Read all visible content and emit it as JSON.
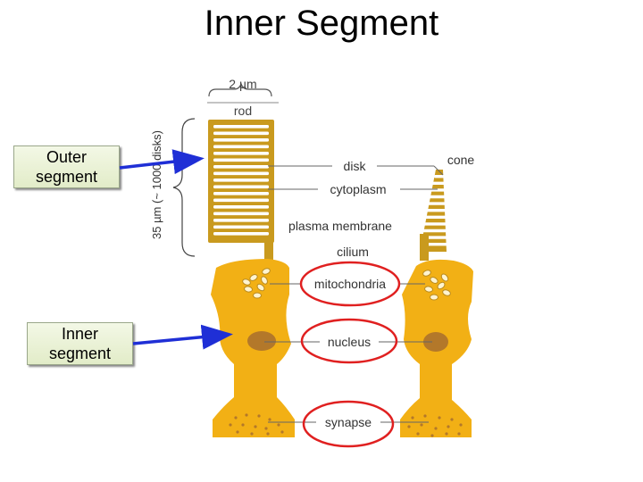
{
  "title": "Inner Segment",
  "callouts": {
    "outer": {
      "line1": "Outer",
      "line2": "segment"
    },
    "inner": {
      "line1": "Inner",
      "line2": "segment"
    }
  },
  "diagram": {
    "width_label": "2 µm",
    "rod_label": "rod",
    "cone_label": "cone",
    "length_label": "35 µm (~ 1000 disks)",
    "labels": {
      "disk": "disk",
      "cytoplasm": "cytoplasm",
      "plasma_membrane": "plasma membrane",
      "cilium": "cilium",
      "mitochondria": "mitochondria",
      "nucleus": "nucleus",
      "synapse": "synapse"
    }
  },
  "colors": {
    "outer_segment": "#c99a1e",
    "inner_segment": "#f2b015",
    "nucleus": "#b3782a",
    "arrow": "#1f2fd6",
    "highlight_circle": "#e02020",
    "callout_fill": "#eaf1d6"
  }
}
